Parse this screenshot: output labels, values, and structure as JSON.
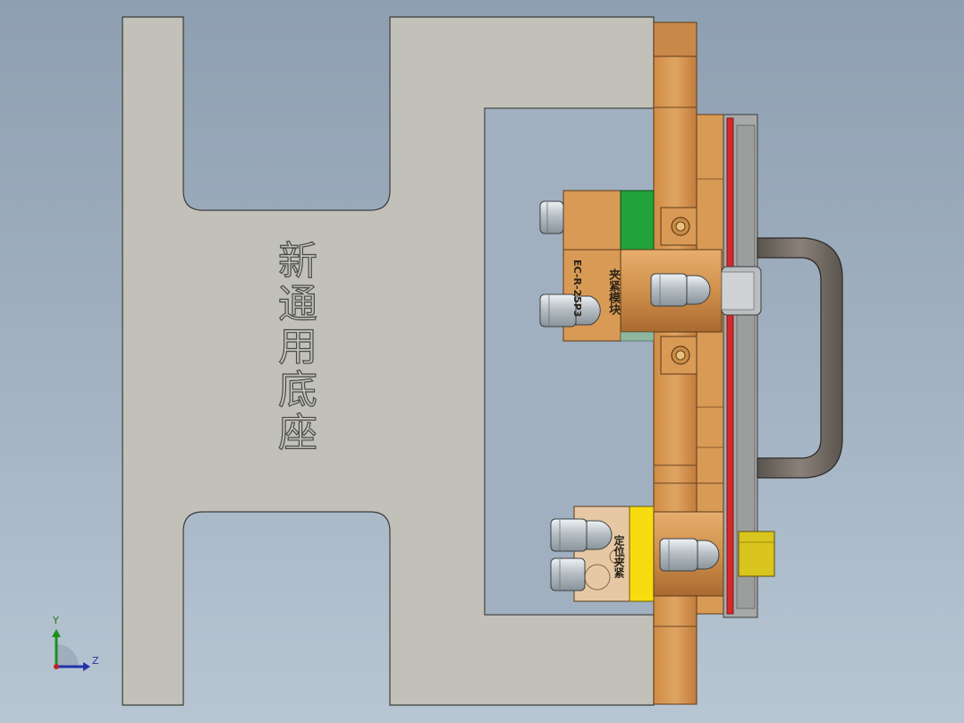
{
  "base": {
    "label": "新通用底座",
    "color": "#c2c1b9"
  },
  "parts": {
    "upper_block_label": "夹紧模块",
    "upper_block_code": "EC-R-25P3",
    "lower_block_label": "定位夹紧"
  },
  "colors": {
    "bracket_orange": "#d99a55",
    "bracket_orange_dark": "#b5763a",
    "green_pad": "#22a23a",
    "yellow_pad": "#f7dd10",
    "red_strip": "#d6282b",
    "handle_gray": "#6f6760",
    "fitting_silver": "#c9cfd3"
  },
  "triad": {
    "y_label": "Y",
    "z_label": "Z"
  }
}
